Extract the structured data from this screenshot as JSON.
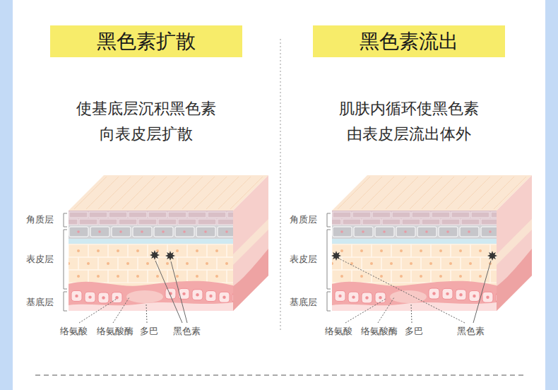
{
  "diagram": {
    "nodes": [
      {
        "text": [
          "黑色素扩散"
        ]
      },
      {
        "text": [
          "黑色素流出"
        ]
      }
    ],
    "labels": [
      "使基底层沉积黑色素 向表皮层扩散",
      "角质层",
      "表皮层",
      "基底层",
      "络氨酸",
      "络氨酸酶",
      "多巴",
      "黑色素",
      "肌肤内循环使黑色素 由表皮层流出体外",
      "角质层",
      "表皮层",
      "基底层",
      "络氨酸",
      "络氨酸酶",
      "多巴",
      "黑色素"
    ]
  }
}
